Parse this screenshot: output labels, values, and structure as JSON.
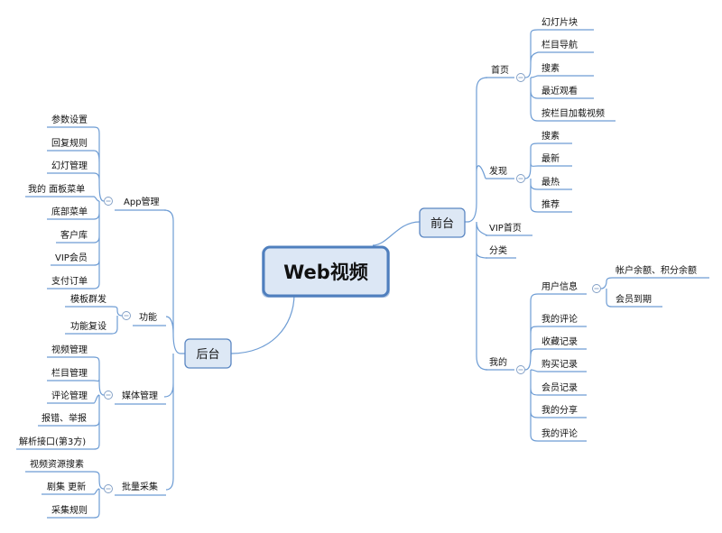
{
  "root": "Web视频",
  "right": {
    "label": "前台",
    "branches": [
      {
        "label": "首页",
        "children": [
          "幻灯片块",
          "栏目导航",
          "搜素",
          "最近观看",
          "按栏目加载视频"
        ]
      },
      {
        "label": "发现",
        "children": [
          "搜素",
          "最新",
          "最热",
          "推荐"
        ]
      },
      {
        "label": "VIP首页",
        "children": []
      },
      {
        "label": "分类",
        "children": []
      },
      {
        "label": "我的",
        "children": [
          "用户信息",
          "我的评论",
          "收藏记录",
          "购买记录",
          "会员记录",
          "我的分享",
          "我的评论"
        ]
      }
    ],
    "user_info_children": [
      "帐户余额、积分余额",
      "会员到期"
    ]
  },
  "left": {
    "label": "后台",
    "branches": [
      {
        "label": "App管理",
        "children": [
          "参数设置",
          "回复规则",
          "幻灯管理",
          "我的 面板菜单",
          "底部菜单",
          "客户库",
          "VIP会员",
          "支付订单"
        ]
      },
      {
        "label": "功能",
        "children": [
          "模板群发",
          "功能复设"
        ]
      },
      {
        "label": "媒体管理",
        "children": [
          "视频管理",
          "栏目管理",
          "评论管理",
          "报错、举报",
          "解析接口(第3方)"
        ]
      },
      {
        "label": "批量采集",
        "children": [
          "视频资源搜素",
          "剧集 更新",
          "采集规则"
        ]
      }
    ]
  }
}
